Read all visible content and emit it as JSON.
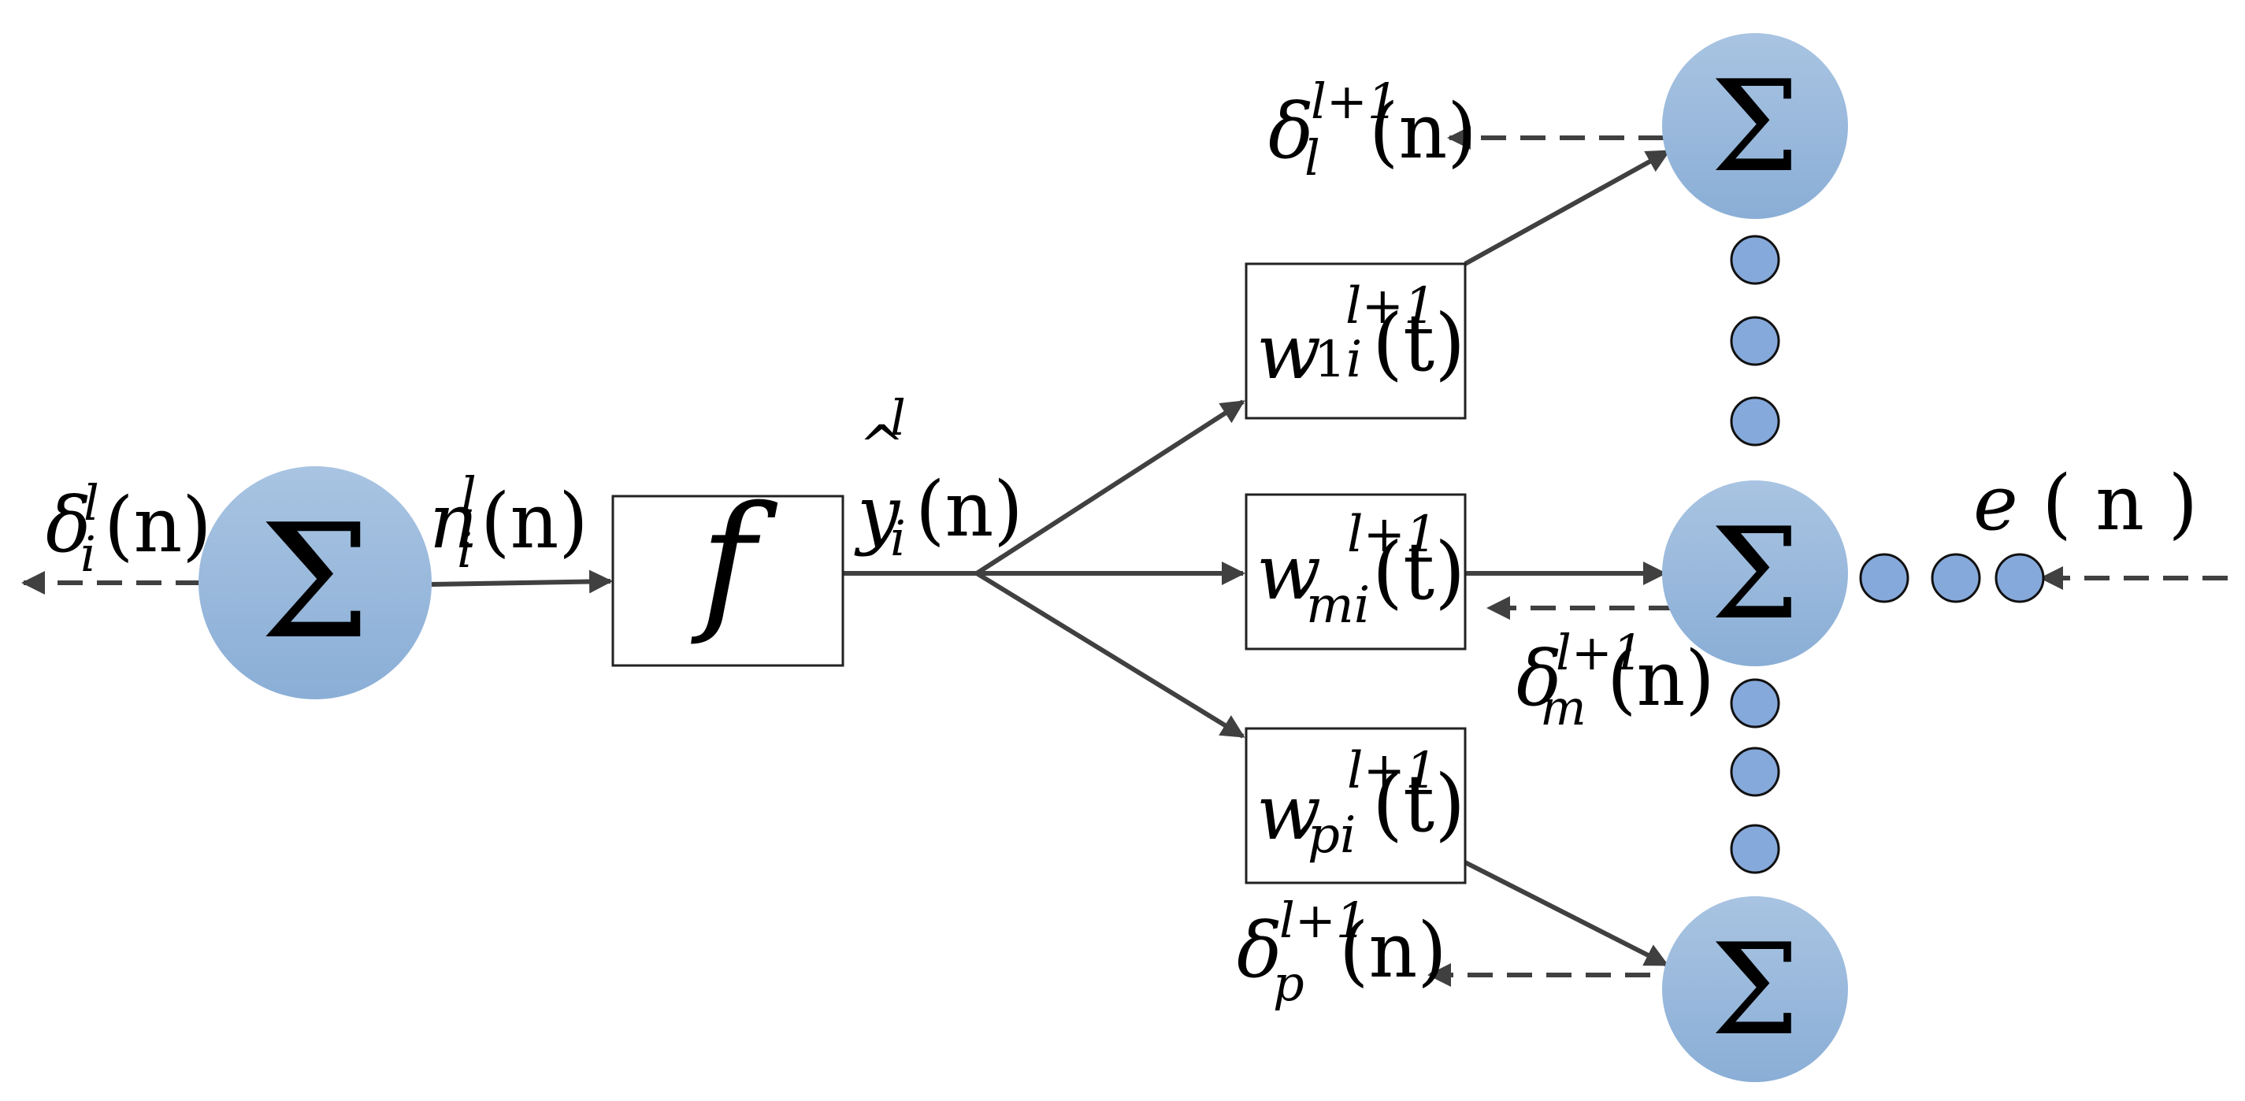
{
  "nodes": {
    "input_sum": {
      "symbol": "Σ"
    },
    "top_sum": {
      "symbol": "Σ"
    },
    "mid_sum": {
      "symbol": "Σ"
    },
    "bottom_sum": {
      "symbol": "Σ"
    }
  },
  "boxes": {
    "activation": {
      "symbol": "f"
    },
    "weight_1": {
      "base": "w",
      "sup": "l+1",
      "sub_digit": "1",
      "sub": "i",
      "arg": "(t)"
    },
    "weight_m": {
      "base": "w",
      "sup": "l+1",
      "sub": "mi",
      "arg": "(t)"
    },
    "weight_p": {
      "base": "w",
      "sup": "l+1",
      "sub": "pi",
      "arg": "(t)"
    }
  },
  "labels": {
    "delta_i": {
      "base": "δ",
      "sup": "l",
      "sub": "i",
      "arg": "(n)"
    },
    "net_i": {
      "base": "n",
      "sup": "l",
      "sub": "i",
      "arg": "(n)"
    },
    "y_hat": {
      "hat": "^",
      "base": "y",
      "sup": "l",
      "sub": "i",
      "arg": "(n)"
    },
    "delta_l": {
      "base": "δ",
      "sup": "l+1",
      "sub": "l",
      "arg": "(n)"
    },
    "delta_m": {
      "base": "δ",
      "sup": "l+1",
      "sub": "m",
      "arg": "(n)"
    },
    "delta_p": {
      "base": "δ",
      "sup": "l+1",
      "sub": "p",
      "arg": "(n)"
    },
    "error": {
      "base": "e",
      "arg": "( n )"
    }
  },
  "colors": {
    "node_top": "#a9c4e2",
    "node_bottom": "#8aaed6",
    "dot_fill": "#86a9db",
    "line": "#404040"
  }
}
